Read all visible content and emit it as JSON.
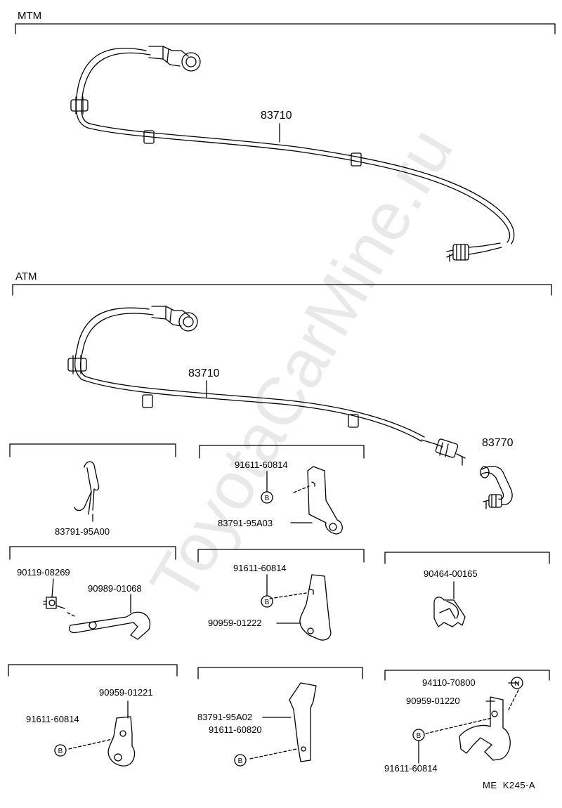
{
  "watermark": "ToyotaCarMine.ru",
  "sections": {
    "mtm": "MTM",
    "atm": "ATM"
  },
  "parts": {
    "cable_mtm": "83710",
    "cable_atm": "83710",
    "elbow": "83770",
    "clip_a00": "83791-95A00",
    "bolt_top": "91611-60814",
    "bracket_a03": "83791-95A03",
    "bolt_08269": "90119-08269",
    "clamp_01068": "90989-01068",
    "bolt_mid": "91611-60814",
    "clamp_01222": "90959-01222",
    "clamp_00165": "90464-00165",
    "clamp_01221": "90959-01221",
    "bolt_bl": "91611-60814",
    "bracket_a02": "83791-95A02",
    "bolt_60820": "91611-60820",
    "nut_70800": "94110-70800",
    "clamp_01220": "90959-01220",
    "bolt_br": "91611-60814"
  },
  "symbols": {
    "bolt": "B",
    "nut": "N"
  },
  "reference": "ME  K245-A"
}
